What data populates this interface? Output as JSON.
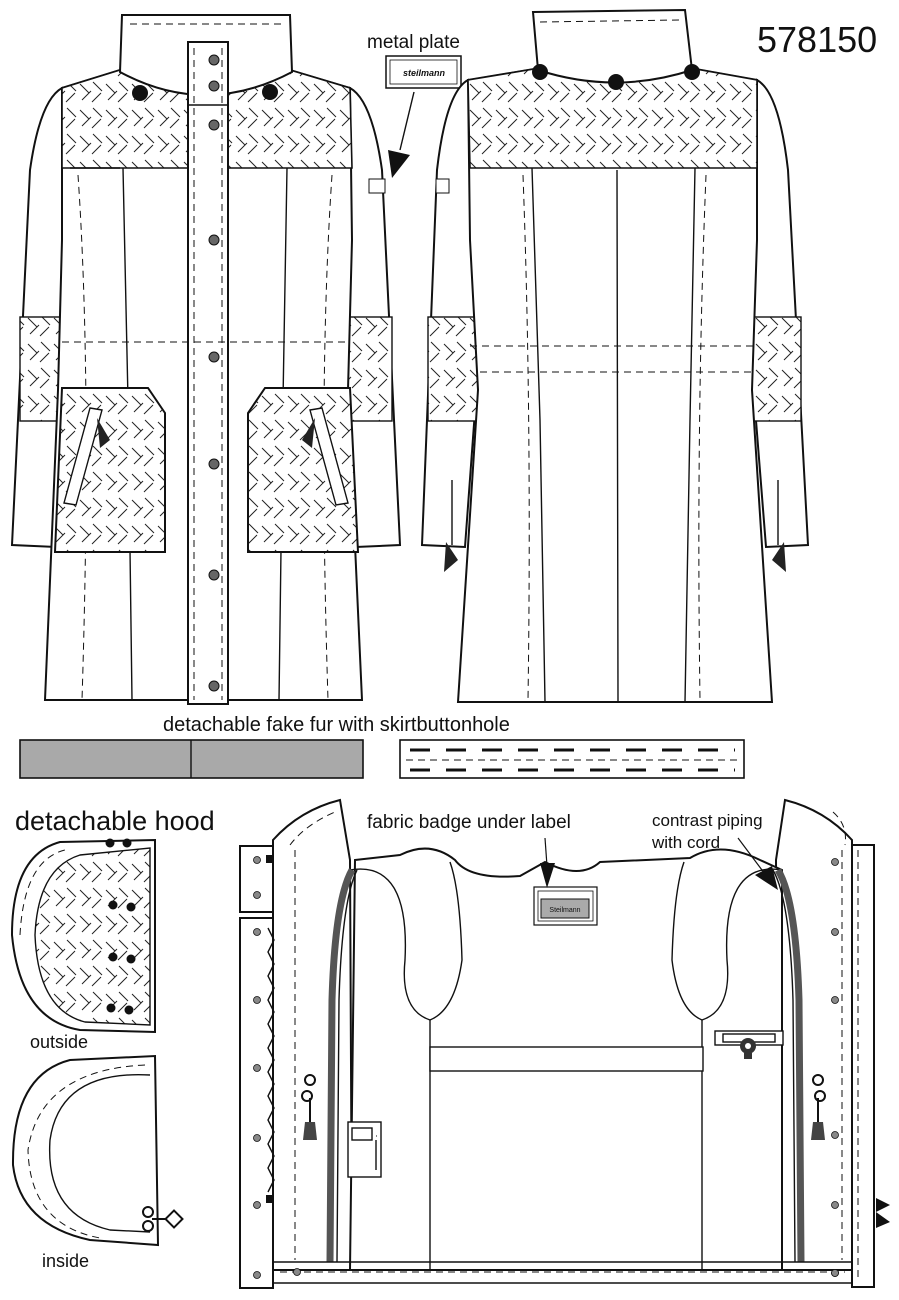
{
  "style_number": "578150",
  "labels": {
    "metal_plate": "metal plate",
    "plate_text": "steilmann",
    "fake_fur": "detachable fake fur with skirtbuttonhole",
    "hood_title": "detachable hood",
    "hood_outside": "outside",
    "hood_inside": "inside",
    "fabric_badge": "fabric badge under label",
    "contrast_piping_line1": "contrast piping",
    "contrast_piping_line2": "with cord",
    "label_text": "Steilmann"
  },
  "colors": {
    "line": "#111111",
    "fur_fill": "#a9a9a9",
    "piping": "#555555"
  }
}
